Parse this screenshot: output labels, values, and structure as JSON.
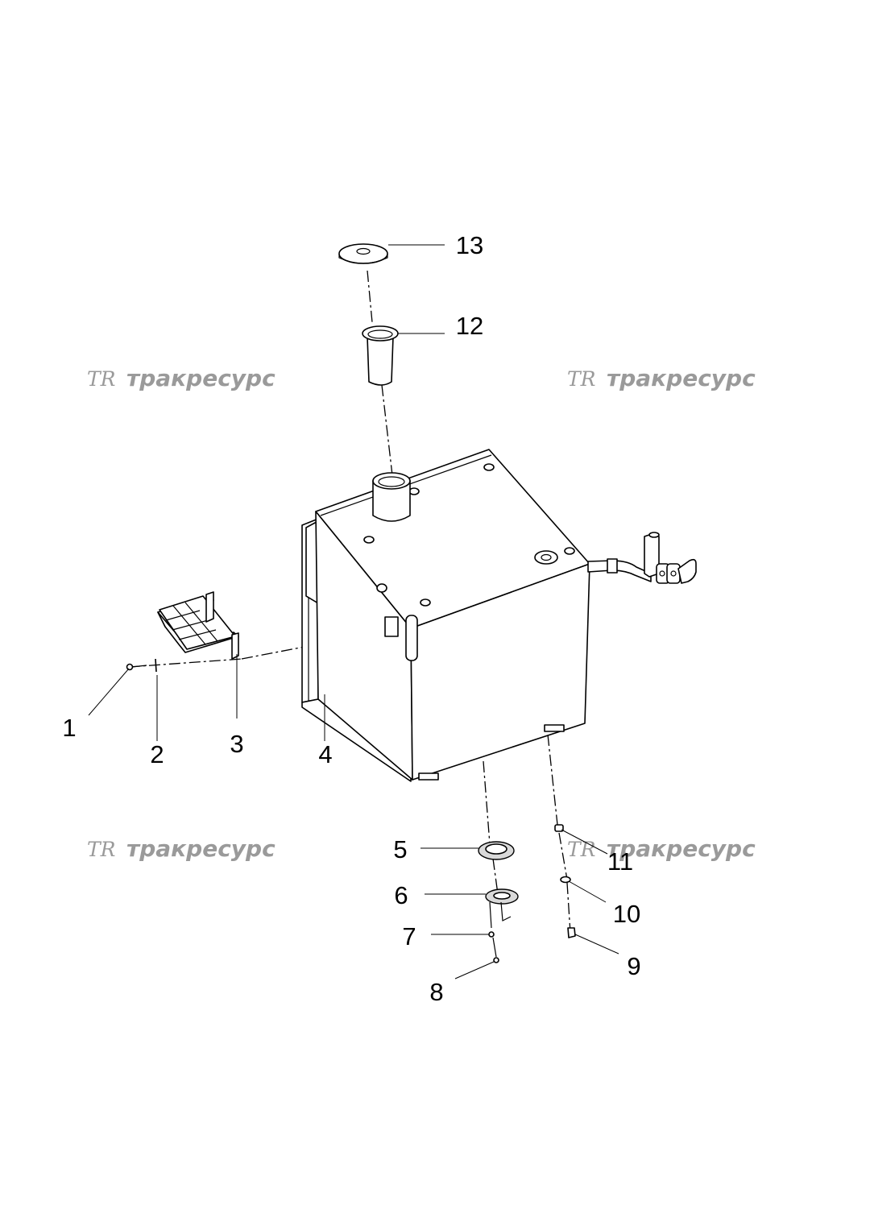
{
  "watermark": {
    "logo_mark": "TR",
    "text": "тракресурс",
    "color": "#9a9a9a"
  },
  "callouts": [
    "1",
    "2",
    "3",
    "4",
    "5",
    "6",
    "7",
    "8",
    "9",
    "10",
    "11",
    "12",
    "13"
  ]
}
